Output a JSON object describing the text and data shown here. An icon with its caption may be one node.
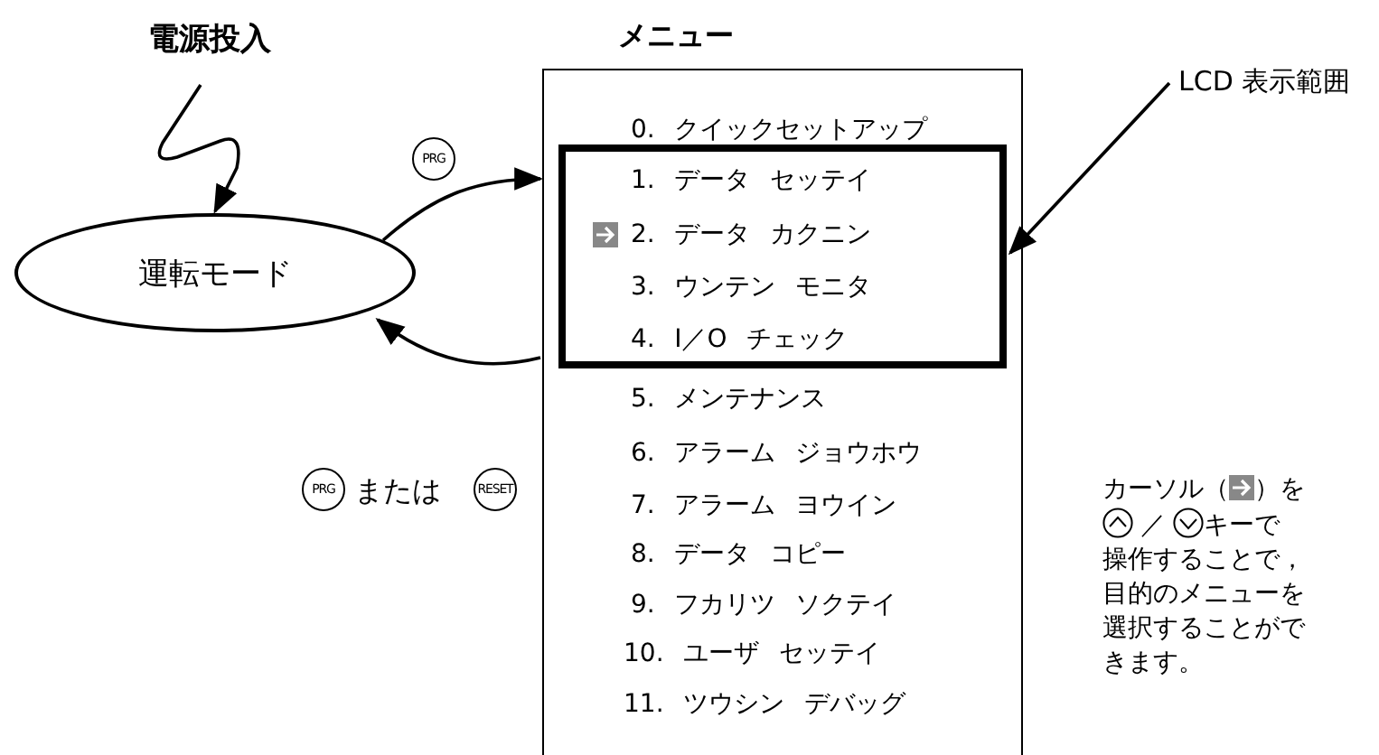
{
  "diagram": {
    "nodes": [
      {
        "text": [
          "電源投入"
        ]
      },
      {
        "text": [
          "運転モード"
        ]
      },
      {
        "text": [
          "メニュー",
          "0. クイックセットアップ",
          "5. メンテナンス",
          "6. アラーム ジョウホウ",
          "7. アラーム ヨウイン",
          "8. データ コピー",
          "9. フカリツ ソクテイ",
          "10. ユーザ セッテイ",
          "11. ツウシン デバッグ"
        ]
      },
      {
        "text": [
          "1. データ セッテイ",
          "2. データ カクニン",
          "3. ウンテン モニタ",
          "4. I／O チェック"
        ],
        "in": 2
      },
      {
        "text": [
          "LCD 表示範囲"
        ]
      }
    ],
    "edges": [
      {
        "from": 0,
        "to": 1,
        "arrow": "to"
      },
      {
        "from": 1,
        "to": 2,
        "arrow": "to",
        "label": "PRG"
      },
      {
        "from": 2,
        "to": 1,
        "arrow": "to",
        "label": "または"
      },
      {
        "from": 4,
        "to": 3,
        "arrow": "to"
      }
    ],
    "labels": [
      "PRG",
      "RESET",
      "カーソル（",
      "）を",
      "／",
      "キーで",
      "操作することで，目的のメニューを選択することができます。"
    ]
  }
}
